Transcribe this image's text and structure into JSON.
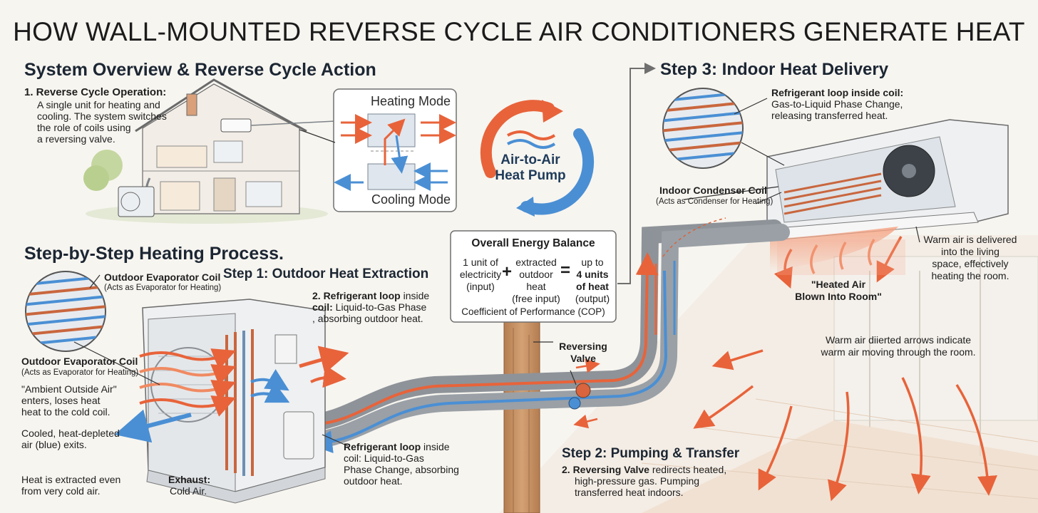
{
  "title": "HOW WALL-MOUNTED REVERSE CYCLE AIR CONDITIONERS GENERATE HEAT",
  "overview": {
    "heading": "System Overview & Reverse Cycle Action",
    "item1_title": "1. Reverse Cycle Operation:",
    "item1_lines": [
      "A single unit for heating and",
      "cooling. The system switches",
      "the role of coils using",
      "a reversing valve."
    ]
  },
  "modes": {
    "heating": "Heating Mode",
    "cooling": "Cooling Mode"
  },
  "heat_pump_lines": [
    "Air-to-Air",
    "Heat Pump"
  ],
  "energy_balance": {
    "title": "Overall Energy Balance",
    "col1": [
      "1 unit of",
      "electricity",
      "(input)"
    ],
    "plus": "+",
    "col2": [
      "extracted",
      "outdoor",
      "heat",
      "(free input)"
    ],
    "equals": "=",
    "col3": [
      "up to",
      "4 units",
      "of heat",
      "(output)"
    ],
    "cop": "Coefficient of Performance (COP)"
  },
  "step3": {
    "heading": "Step 3: Indoor Heat Delivery",
    "loop_title": "Refrigerant loop inside coil:",
    "loop_lines": [
      "Gas-to-Liquid Phase Change,",
      "releasing transferred heat."
    ],
    "condenser_title": "Indoor Condenser Coil",
    "condenser_sub": "(Acts as Condenser for Heating)",
    "warm_lines": [
      "Warm air is delivered",
      "into the living",
      "space, effectively",
      "heating the room."
    ],
    "blown_lines": [
      "\"Heated Air",
      "Blown Into Room\""
    ],
    "arrows_lines": [
      "Warm air diierted arrows indicate",
      "warm air moving through the room."
    ]
  },
  "process": {
    "heading": "Step-by-Step Heating Process.",
    "evap_top_title": "Outdoor Evaporator Coil",
    "evap_top_sub": "(Acts as Evaporator for Heating)",
    "step1_heading": "Step 1: Outdoor Heat Extraction",
    "step1_loop_b1": "2. Refrigerant loop",
    "step1_loop_t1": " inside",
    "step1_loop_b2": "coil:",
    "step1_loop_t2": " Liquid-to-Gas Phase",
    "step1_loop_l3": ", absorbing outdoor heat.",
    "evap_left_title": "Outdoor Evaporator Coil",
    "evap_left_sub": "(Acts as Evaporator for Heating)",
    "ambient_lines": [
      "\"Ambient Outside Air\"",
      "enters, loses heat",
      "heat to the cold coil."
    ],
    "cooled_lines": [
      "Cooled, heat-depleted",
      "air (blue) exits."
    ],
    "extracted_lines": [
      "Heat is extracted even",
      "from very cold air."
    ],
    "exhaust_title": "Exhaust:",
    "exhaust_value": "Cold Air.",
    "loop2_b": "Refrigerant loop",
    "loop2_t": " inside",
    "loop2_lines": [
      "coil: Liquid-to-Gas",
      "Phase Change, absorbing",
      "outdoor heat."
    ],
    "valve_lines": [
      "Reversing",
      "Valve"
    ]
  },
  "step2": {
    "heading": "Step 2: Pumping & Transfer",
    "line1_b": "2. Reversing Valve",
    "line1_t": " redirects heated,",
    "lines": [
      "high-pressure gas. Pumping",
      "transferred heat indoors."
    ]
  },
  "colors": {
    "heat": "#e8633a",
    "cold": "#4a8fd4",
    "ink": "#1c2633",
    "pipe": "#8e9399",
    "wall": "#c99163"
  }
}
